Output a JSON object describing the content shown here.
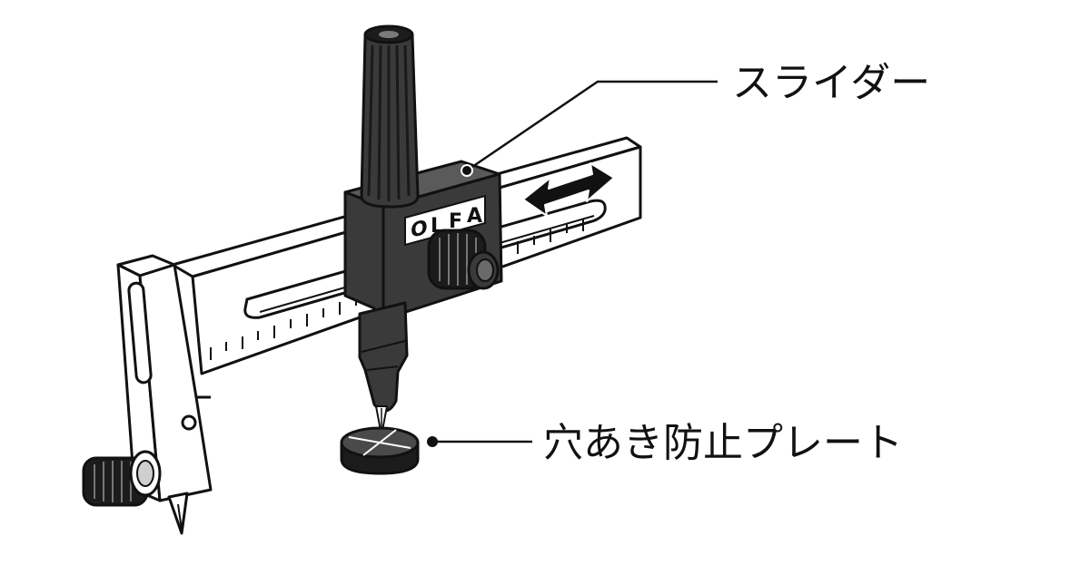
{
  "labels": {
    "slider": "スライダー",
    "plate": "穴あき防止プレート"
  },
  "brand": {
    "letters": [
      "O",
      "L",
      "F",
      "A"
    ]
  },
  "colors": {
    "ink": "#111111",
    "dark_part": "#3a3a3a",
    "knob": "#1c1c1c",
    "paper": "#ffffff"
  }
}
